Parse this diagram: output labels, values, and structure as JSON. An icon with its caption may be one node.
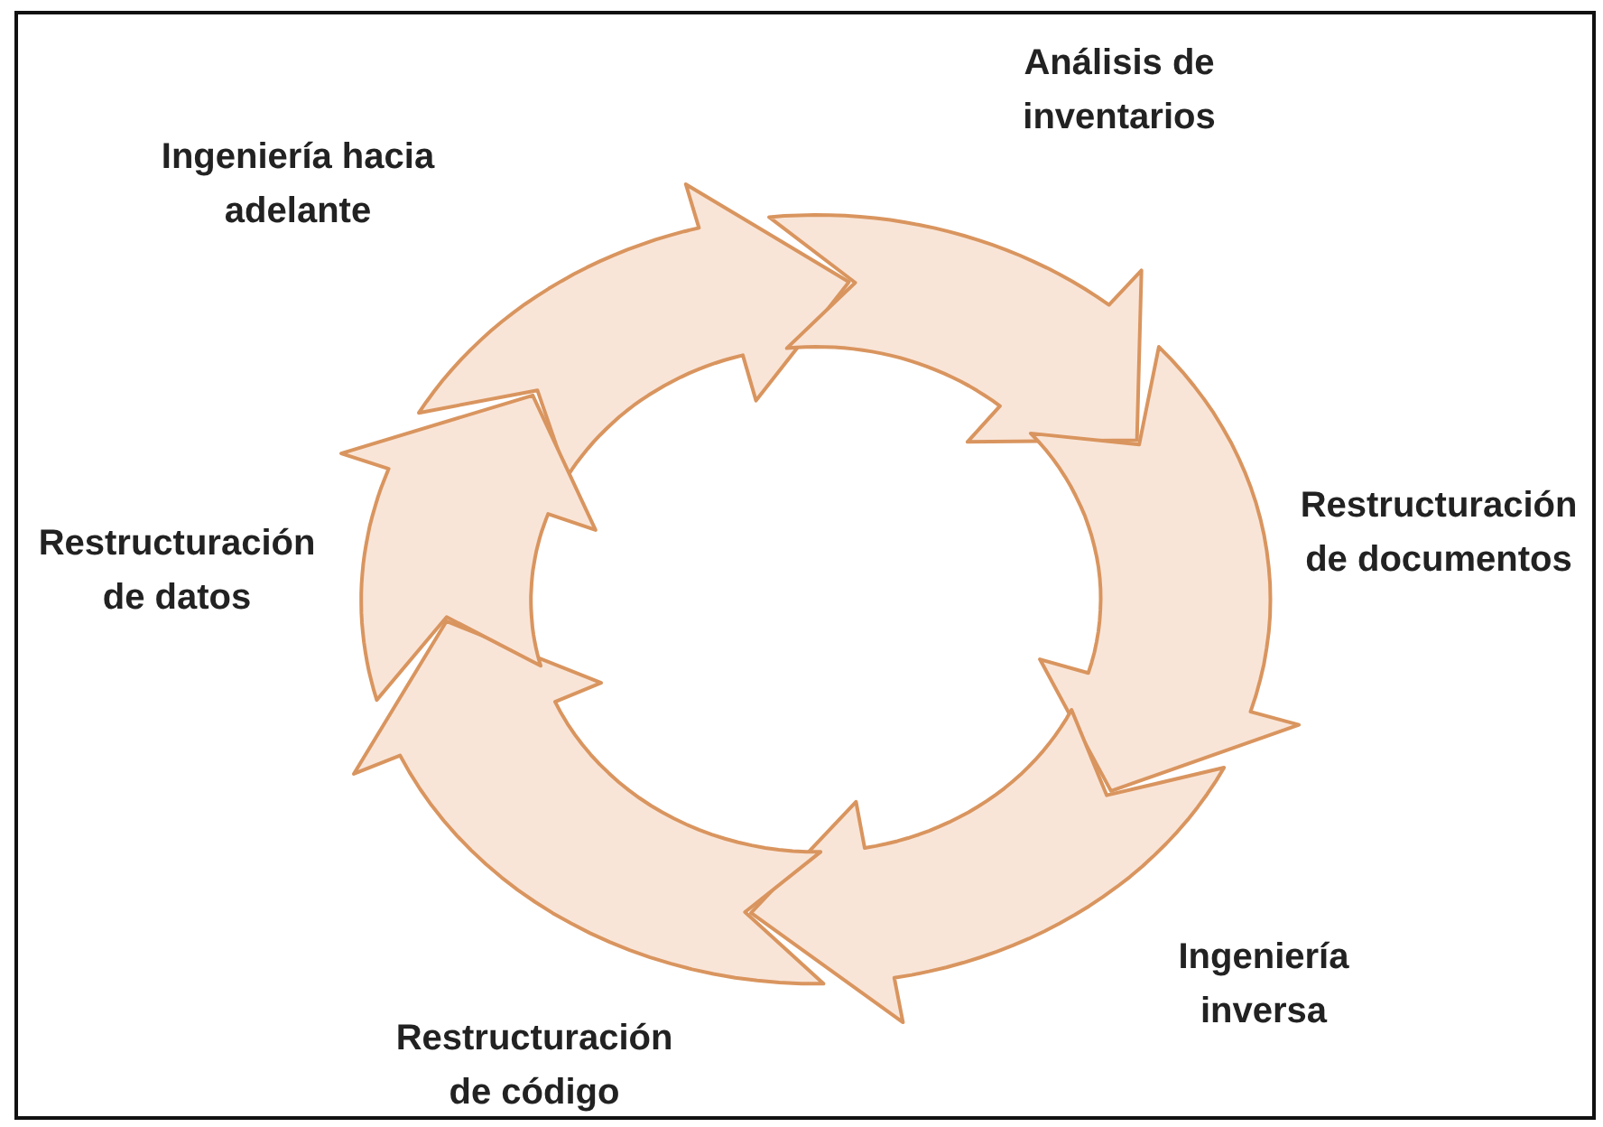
{
  "diagram": {
    "nodes": [
      {
        "text": [],
        "shape": "arrow"
      },
      {
        "text": [],
        "shape": "arrow"
      },
      {
        "text": [],
        "shape": "arrow"
      },
      {
        "text": [],
        "shape": "arrow"
      },
      {
        "text": [],
        "shape": "arrow"
      },
      {
        "text": [],
        "shape": "arrow"
      }
    ],
    "labels": [
      "Análisis de inventarios",
      "Ingeniería hacia adelante",
      "Restructuración de documentos",
      "Restructuración de datos",
      "Ingeniería inversa",
      "Restructuración de código"
    ]
  }
}
